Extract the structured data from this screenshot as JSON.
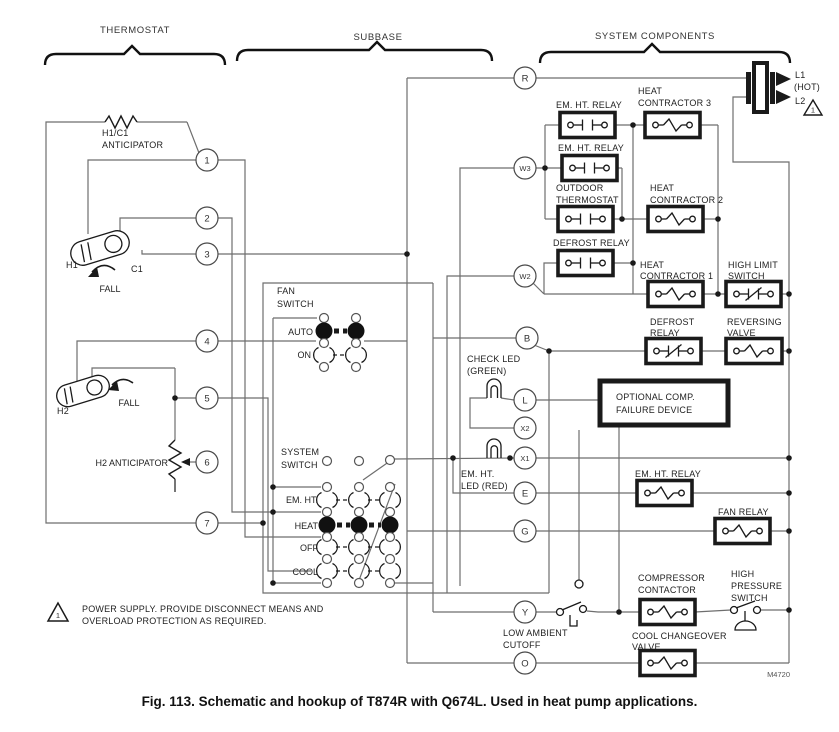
{
  "sections": {
    "thermostat": "THERMOSTAT",
    "subbase": "SUBBASE",
    "system_components": "SYSTEM COMPONENTS"
  },
  "terminals": {
    "left": [
      "1",
      "2",
      "3",
      "4",
      "5",
      "6",
      "7"
    ],
    "right": {
      "r": "R",
      "w3": "W3",
      "w2": "W2",
      "b": "B",
      "l": "L",
      "x2": "X2",
      "x1": "X1",
      "e": "E",
      "g": "G",
      "y": "Y",
      "o": "O"
    }
  },
  "thermostat_parts": {
    "anticipator1": [
      "H1/C1",
      "ANTICIPATOR"
    ],
    "h1": "H1",
    "c1": "C1",
    "fall1": "FALL",
    "h2": "H2",
    "fall2": "FALL",
    "anticipator2": "H2 ANTICIPATOR"
  },
  "fan_switch": {
    "label": [
      "FAN",
      "SWITCH"
    ],
    "auto": "AUTO",
    "on": "ON"
  },
  "system_switch": {
    "label": [
      "SYSTEM",
      "SWITCH"
    ],
    "em_ht": "EM. HT.",
    "heat": "HEAT",
    "off": "OFF",
    "cool": "COOL"
  },
  "leds": {
    "check": [
      "CHECK LED",
      "(GREEN)"
    ],
    "em_ht": [
      "EM. HT.",
      "LED (RED)"
    ]
  },
  "components": {
    "em_ht_relay_1": [
      "EM. HT. RELAY"
    ],
    "heat_contractor_3": [
      "HEAT",
      "CONTRACTOR 3"
    ],
    "em_ht_relay_2": [
      "EM. HT. RELAY"
    ],
    "outdoor_thermostat": [
      "OUTDOOR",
      "THERMOSTAT"
    ],
    "heat_contractor_2": [
      "HEAT",
      "CONTRACTOR 2"
    ],
    "defrost_relay_no": [
      "DEFROST RELAY"
    ],
    "heat_contractor_1": [
      "HEAT",
      "CONTRACTOR 1"
    ],
    "high_limit_switch": [
      "HIGH LIMIT",
      "SWITCH"
    ],
    "defrost_relay_nc": [
      "DEFROST",
      "RELAY"
    ],
    "reversing_valve": [
      "REVERSING",
      "VALVE"
    ],
    "optional_comp_failure_device": [
      "OPTIONAL COMP.",
      "FAILURE DEVICE"
    ],
    "em_ht_relay_3": [
      "EM. HT. RELAY"
    ],
    "fan_relay": [
      "FAN RELAY"
    ],
    "compressor_contactor": [
      "COMPRESSOR",
      "CONTACTOR"
    ],
    "high_pressure_switch": [
      "HIGH",
      "PRESSURE",
      "SWITCH"
    ],
    "low_ambient_cutoff": [
      "LOW AMBIENT",
      "CUTOFF"
    ],
    "cool_changeover_valve": [
      "COOL CHANGEOVER",
      "VALVE"
    ]
  },
  "power": {
    "l1": "L1",
    "hot": "(HOT)",
    "l2": "L2",
    "ref": "1"
  },
  "note": {
    "ref": "1",
    "line1": "POWER SUPPLY. PROVIDE DISCONNECT MEANS AND",
    "line2": "OVERLOAD PROTECTION AS REQUIRED."
  },
  "caption": "Fig. 113. Schematic and hookup of T874R with Q674L. Used in heat pump applications.",
  "drawing_number": "M4720",
  "colors": {
    "ink": "#1a1a1a",
    "wire": "#6e6e6e"
  }
}
